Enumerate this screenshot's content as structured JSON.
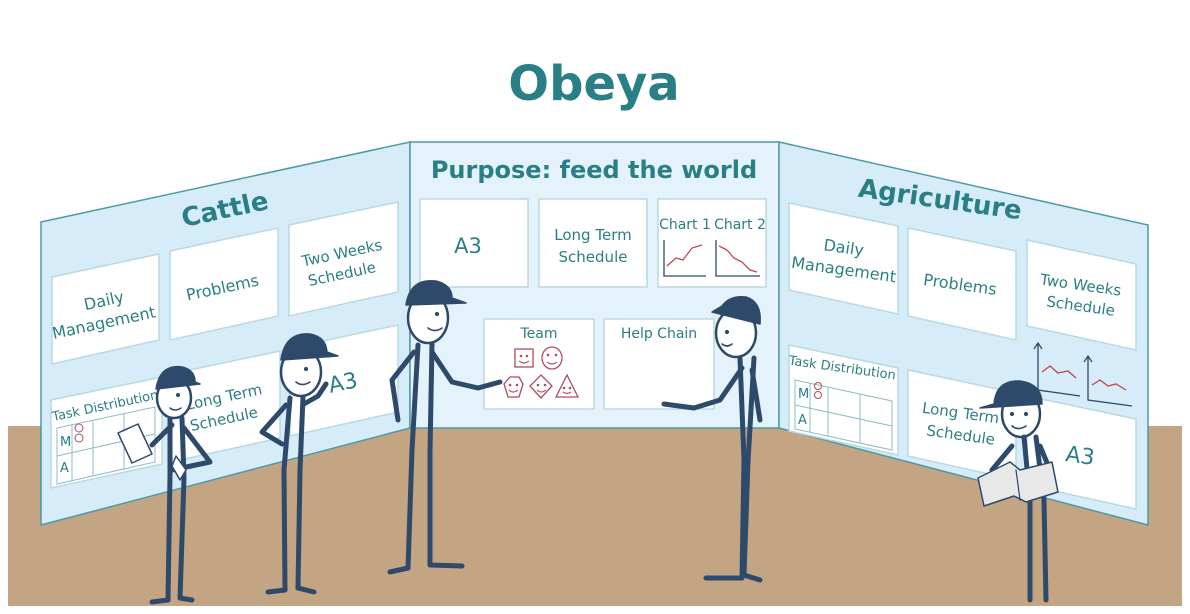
{
  "title": "Obeya",
  "colors": {
    "teal": "#2a7f87",
    "navy": "#2e4a6b",
    "panel": "#d6ecf8",
    "panel_center": "#e4f3fb",
    "panel_border": "#4d9aa6",
    "card_border": "#b9d9e0",
    "floor": "#c4a583",
    "chart_red": "#c0474f",
    "face_pink": "#b04a62"
  },
  "left_panel": {
    "heading": "Cattle",
    "cards": {
      "daily_management": [
        "Daily",
        "Management"
      ],
      "problems": "Problems",
      "two_weeks_schedule": [
        "Two Weeks",
        "Schedule"
      ],
      "task_distribution": "Task Distribution",
      "task_rows": [
        "M",
        "A"
      ],
      "long_term_schedule": [
        "Long Term",
        "Schedule"
      ],
      "a3": "A3"
    }
  },
  "center_panel": {
    "heading": "Purpose: feed the world",
    "cards": {
      "a3": "A3",
      "long_term_schedule": [
        "Long Term",
        "Schedule"
      ],
      "chart1": "Chart 1",
      "chart2": "Chart 2",
      "team": "Team",
      "help_chain": "Help Chain"
    }
  },
  "right_panel": {
    "heading": "Agriculture",
    "cards": {
      "daily_management": [
        "Daily",
        "Management"
      ],
      "problems": "Problems",
      "two_weeks_schedule": [
        "Two Weeks",
        "Schedule"
      ],
      "task_distribution": "Task Distribution",
      "task_rows": [
        "M",
        "A"
      ],
      "long_term_schedule": [
        "Long Term",
        "Schedule"
      ],
      "a3": "A3"
    }
  },
  "icons": [
    "stick-person-icon",
    "helmet-icon",
    "clipboard-icon",
    "pencil-icon",
    "smiley-face-icon",
    "line-chart-icon",
    "open-book-icon"
  ]
}
